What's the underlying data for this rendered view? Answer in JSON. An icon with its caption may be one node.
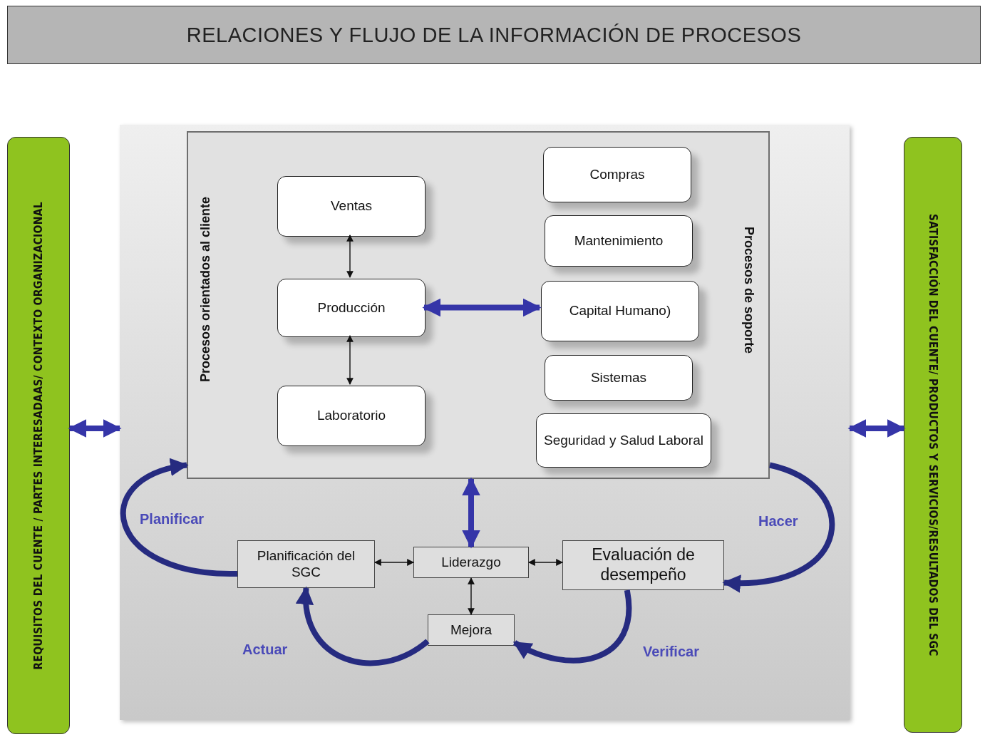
{
  "diagram": {
    "title": "RELACIONES Y FLUJO DE LA INFORMACIÓN DE PROCESOS",
    "nodes": [
      {
        "text": [
          "REQUISITOS DEL CUENTE / PARTES INTERESADAAS/ CONTEXTO ORGANIZACIONAL"
        ]
      },
      {
        "text": [],
        "shape": "box"
      },
      {
        "text": [
          "Procesos orientados al cliente",
          "Procesos de soporte"
        ],
        "in": 1
      },
      {
        "text": [
          "Ventas"
        ],
        "in": 2
      },
      {
        "text": [
          "Producción"
        ],
        "in": 2
      },
      {
        "text": [
          "Laboratorio"
        ],
        "in": 2
      },
      {
        "text": [
          "Compras"
        ],
        "in": 2
      },
      {
        "text": [
          "Mantenimiento"
        ],
        "in": 2
      },
      {
        "text": [
          "Capital Humano)"
        ],
        "in": 2
      },
      {
        "text": [
          "Sistemas"
        ],
        "in": 2
      },
      {
        "text": [
          "Seguridad y Salud Laboral"
        ],
        "in": 2
      },
      {
        "text": [
          "Planificación del SGC"
        ],
        "in": 1
      },
      {
        "text": [
          "Liderazgo"
        ],
        "in": 1
      },
      {
        "text": [
          "Evaluación de desempeño"
        ],
        "in": 1
      },
      {
        "text": [
          "Mejora"
        ],
        "in": 1
      },
      {
        "text": [
          "SATISFACCIÓN DEL CUENTE/ PRODUCTOS Y SERVICIOS/RESULTADOS DEL SGC"
        ]
      }
    ],
    "edges": [
      {
        "from": 3,
        "to": 4,
        "arrow": "both"
      },
      {
        "from": 4,
        "to": 5,
        "arrow": "both"
      },
      {
        "from": 4,
        "to": 8,
        "arrow": "both",
        "color": "#3535a8"
      },
      {
        "from": 2,
        "to": 12,
        "arrow": "both",
        "color": "#3535a8"
      },
      {
        "from": 11,
        "to": 12,
        "arrow": "both"
      },
      {
        "from": 12,
        "to": 13,
        "arrow": "both"
      },
      {
        "from": 12,
        "to": 14,
        "arrow": "both"
      },
      {
        "from": 0,
        "to": 1,
        "arrow": "both",
        "color": "#3535a8"
      },
      {
        "from": 1,
        "to": 15,
        "arrow": "both",
        "color": "#3535a8"
      },
      {
        "from": 11,
        "to": 2,
        "arrow": "to",
        "label": "Planificar",
        "color": "#262b80"
      },
      {
        "from": 2,
        "to": 13,
        "arrow": "to",
        "label": "Hacer",
        "color": "#262b80"
      },
      {
        "from": 13,
        "to": 14,
        "arrow": "to",
        "label": "Verificar",
        "color": "#262b80"
      },
      {
        "from": 14,
        "to": 11,
        "arrow": "to",
        "label": "Actuar",
        "color": "#262b80"
      }
    ]
  }
}
